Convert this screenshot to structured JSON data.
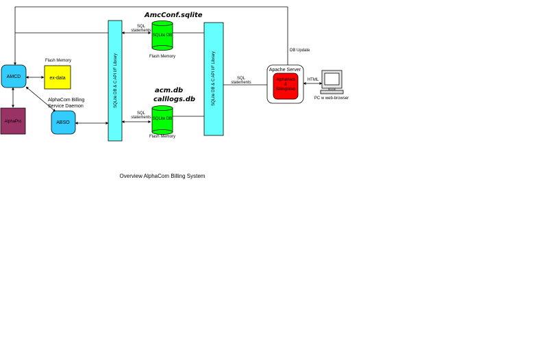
{
  "nodes": {
    "amcd": "AMCD",
    "alphapro": "AlphaPro",
    "ex_data": "ex-data",
    "flash_memory_top": "Flash Memory",
    "abso": "ABSO",
    "abso_caption_line1": "AlphaCom Billing",
    "abso_caption_line2": "Service Daemon",
    "lib_left": "SQLite DB  &  C API I/F Library",
    "lib_right": "SQLite DB  &  C API I/F Library",
    "db_top_title": "AmcConf.sqlite",
    "db_top_label": "SQLite DB",
    "db_top_flash": "Flash Memory",
    "db_bottom_title_1": "acm.db",
    "db_bottom_title_2": "calllogs.db",
    "db_bottom_label": "SQLite DB",
    "db_bottom_flash": "Flash Memory",
    "apache_title": "Apache Server",
    "webapp_line1": "AlphaWeb",
    "webapp_line2": "&",
    "webapp_line3": "BillingWeb",
    "pc_label": "PC w  web-browser"
  },
  "edges": {
    "sql_top_1": "SQL",
    "sql_top_2": "statements",
    "sql_bottom_1": "SQL",
    "sql_bottom_2": "statements",
    "sql_right_1": "SQL",
    "sql_right_2": "statements",
    "db_update": "DB Update",
    "html": "HTML"
  },
  "caption": "Overview AlphaCom Billing System",
  "colors": {
    "amcd": "#33ccff",
    "abso": "#33ccff",
    "alphapro": "#993366",
    "ex_data": "#ffff00",
    "library": "#66ffff",
    "database": "#00ff00",
    "webapp": "#ff0000"
  }
}
